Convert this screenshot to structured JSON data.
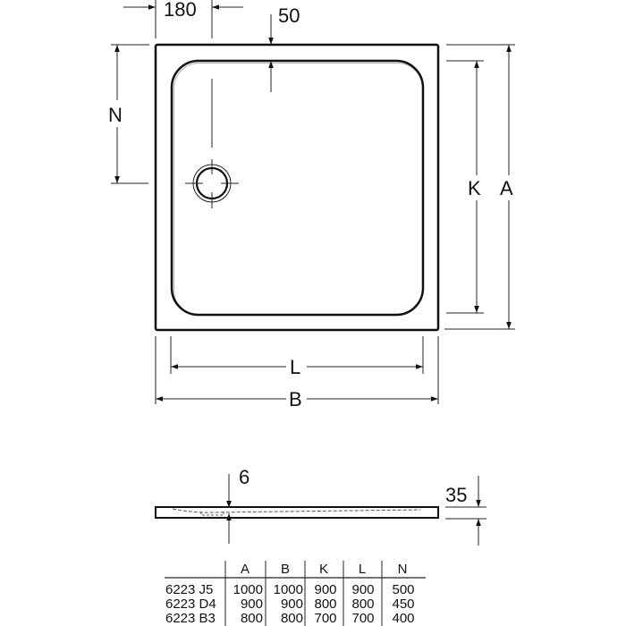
{
  "drawing": {
    "type": "shower tray technical drawing",
    "plan_view": {
      "dimension_labels": {
        "drain_offset_x": "180",
        "rim_width": "50",
        "drain_offset_y": "N",
        "inner_length_vertical": "K",
        "outer_length_vertical": "A",
        "inner_width": "L",
        "outer_width": "B"
      }
    },
    "side_view": {
      "dimension_labels": {
        "depth": "6",
        "height": "35"
      }
    },
    "colors": {
      "line": "#111111",
      "highlight": "#b8b8b8",
      "background": "#ffffff"
    }
  },
  "table": {
    "headers": [
      "",
      "A",
      "B",
      "K",
      "L",
      "N"
    ],
    "rows": [
      {
        "model": "6223 J5",
        "A": "1000",
        "B": "1000",
        "K": "900",
        "L": "900",
        "N": "500"
      },
      {
        "model": "6223 D4",
        "A": "900",
        "B": "900",
        "K": "800",
        "L": "800",
        "N": "450"
      },
      {
        "model": "6223 B3",
        "A": "800",
        "B": "800",
        "K": "700",
        "L": "700",
        "N": "400"
      }
    ]
  }
}
